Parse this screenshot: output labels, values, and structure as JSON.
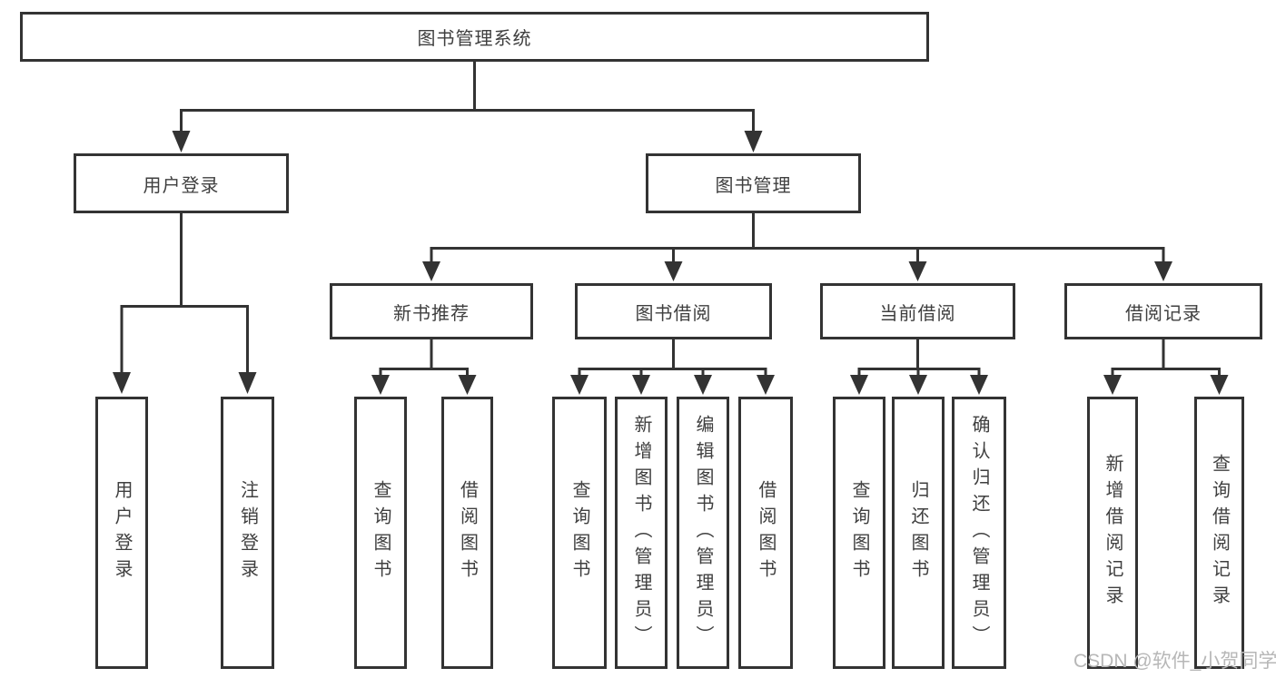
{
  "diagram": {
    "root_label": "图书管理系统",
    "branches": [
      {
        "label": "用户登录",
        "leaves": [
          "用户登录",
          "注销登录"
        ]
      },
      {
        "label": "图书管理",
        "groups": [
          {
            "label": "新书推荐",
            "leaves": [
              "查询图书",
              "借阅图书"
            ]
          },
          {
            "label": "图书借阅",
            "leaves": [
              "查询图书",
              "新增图书（管理员）",
              "编辑图书（管理员）",
              "借阅图书"
            ]
          },
          {
            "label": "当前借阅",
            "leaves": [
              "查询图书",
              "归还图书",
              "确认归还（管理员）"
            ]
          },
          {
            "label": "借阅记录",
            "leaves": [
              "新增借阅记录",
              "查询借阅记录"
            ]
          }
        ]
      }
    ]
  },
  "watermark": {
    "text": "CSDN @软件_小贺同学"
  },
  "theme": {
    "line_color": "#333333",
    "text_color": "#3f3f3f",
    "watermark_color": "#b7b7b7",
    "background": "#ffffff"
  }
}
